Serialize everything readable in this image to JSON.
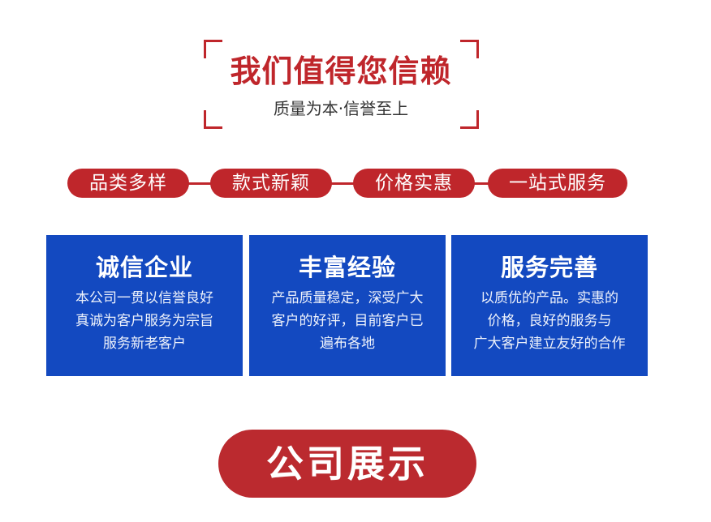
{
  "header": {
    "title": "我们值得您信赖",
    "subtitle": "质量为本·信誉至上"
  },
  "tags": [
    "品类多样",
    "款式新颖",
    "价格实惠",
    "一站式服务"
  ],
  "cards": [
    {
      "title": "诚信企业",
      "lines": [
        "本公司一贯以信誉良好",
        "真诚为客户服务为宗旨",
        "服务新老客户"
      ]
    },
    {
      "title": "丰富经验",
      "lines": [
        "产品质量稳定，深受广大",
        "客户的好评，目前客户已",
        "遍布各地"
      ]
    },
    {
      "title": "服务完善",
      "lines": [
        "以质优的产品。实惠的",
        "价格，良好的服务与",
        "广大客户建立友好的合作"
      ]
    }
  ],
  "footer": {
    "label": "公司展示"
  },
  "colors": {
    "accent_red": "#bf262b",
    "card_blue": "#1349c0"
  }
}
